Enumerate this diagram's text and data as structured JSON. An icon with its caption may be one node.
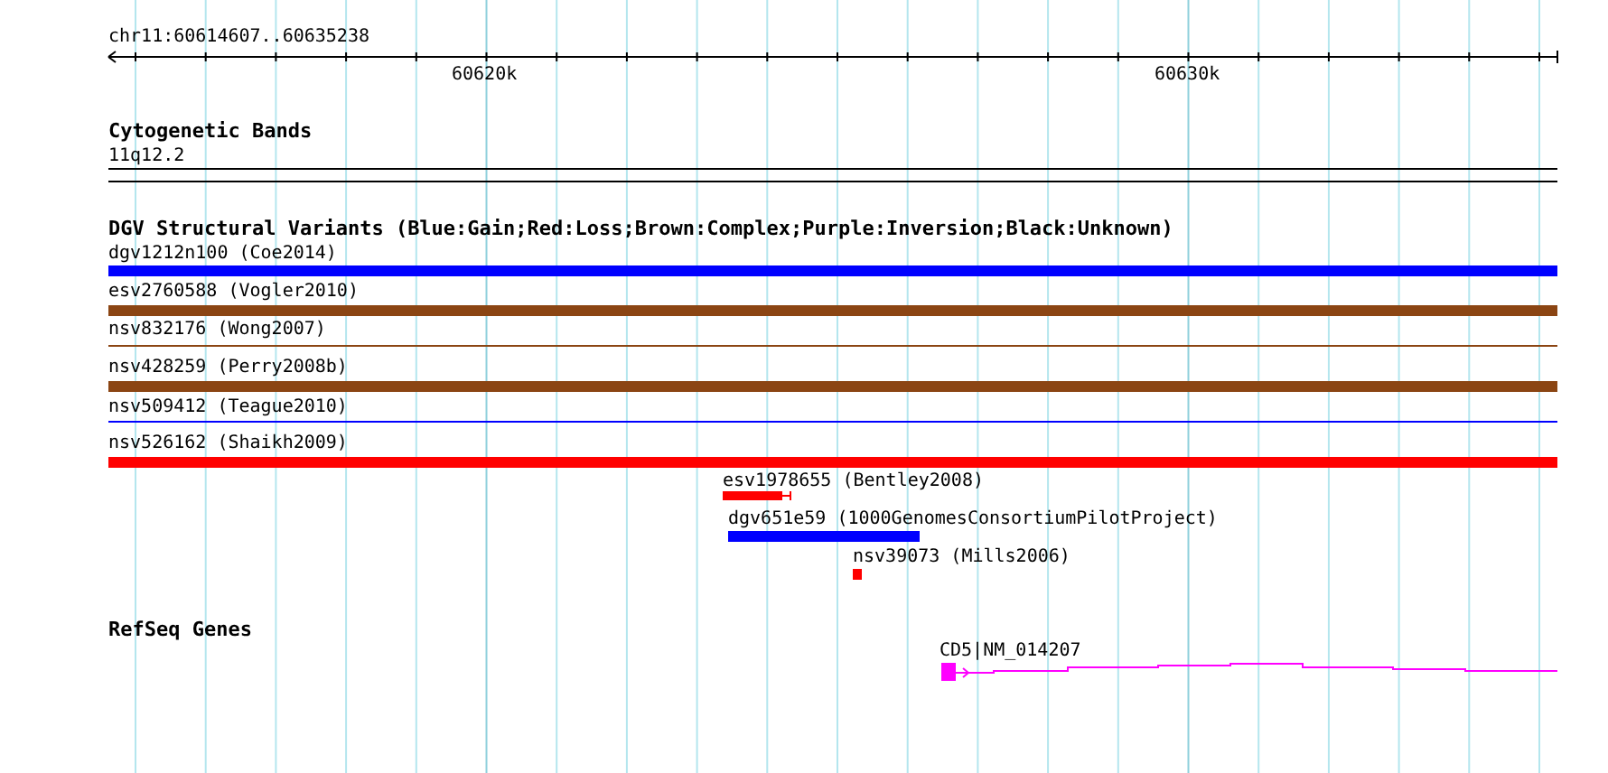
{
  "diagram": {
    "nodes": [
      {
        "text": [
          "dgv1212n100 (Coe2014)"
        ]
      },
      {
        "text": [
          "esv2760588 (Vogler2010)"
        ]
      },
      {
        "text": [
          "nsv832176 (Wong2007)"
        ]
      },
      {
        "text": [
          "nsv428259 (Perry2008b)"
        ]
      },
      {
        "text": [
          "nsv509412 (Teague2010)"
        ]
      },
      {
        "text": [
          "nsv526162 (Shaikh2009)"
        ]
      },
      {
        "text": [
          "esv1978655 (Bentley2008)"
        ]
      },
      {
        "text": [
          "dgv651e59 (1000GenomesConsortiumPilotProject)"
        ]
      },
      {
        "text": [
          "nsv39073 (Mills2006)"
        ]
      },
      {
        "text": [
          "CD5|NM_014207"
        ]
      }
    ],
    "edges": [],
    "labels": [
      "chr11:60614607..60635238",
      "60620k",
      "60630k",
      "Cytogenetic Bands",
      "11q12.2",
      "DGV Structural Variants (Blue:Gain;Red:Loss;Brown:Complex;Purple:Inversion;Black:Unknown)",
      "RefSeq Genes"
    ]
  }
}
